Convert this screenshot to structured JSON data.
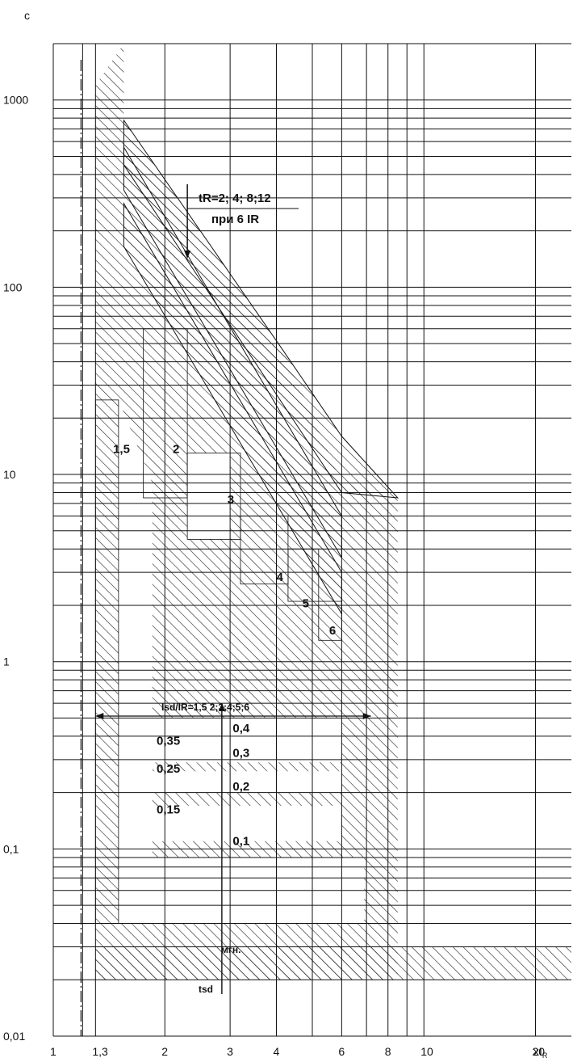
{
  "chart_data": {
    "type": "line",
    "title": "",
    "xlabel": "xI",
    "xlabel_sub": "R",
    "ylabel": "c",
    "x_scale": "log",
    "y_scale": "log",
    "xlim": [
      1,
      25
    ],
    "ylim": [
      0.01,
      2000
    ],
    "grid": true,
    "y_ticks": [
      {
        "value": 0.01,
        "label": "0,01"
      },
      {
        "value": 0.1,
        "label": "0,1"
      },
      {
        "value": 1,
        "label": "1"
      },
      {
        "value": 10,
        "label": "10"
      },
      {
        "value": 100,
        "label": "100"
      },
      {
        "value": 1000,
        "label": "1000"
      }
    ],
    "x_ticks": [
      {
        "value": 1,
        "label": "1"
      },
      {
        "value": 1.3,
        "label": "1,3"
      },
      {
        "value": 2,
        "label": "2"
      },
      {
        "value": 3,
        "label": "3"
      },
      {
        "value": 4,
        "label": "4"
      },
      {
        "value": 6,
        "label": "6"
      },
      {
        "value": 8,
        "label": "8"
      },
      {
        "value": 10,
        "label": "10"
      },
      {
        "value": 20,
        "label": "20"
      }
    ],
    "long_delay_bands": [
      {
        "name": "tR=2",
        "upper": [
          [
            1.55,
            280
          ],
          [
            6,
            3.0
          ]
        ],
        "lower": [
          [
            1.55,
            165
          ],
          [
            6,
            1.8
          ]
        ]
      },
      {
        "name": "tR=4",
        "upper": [
          [
            1.55,
            560
          ],
          [
            6,
            6.0
          ]
        ],
        "lower": [
          [
            1.55,
            330
          ],
          [
            6,
            3.6
          ]
        ]
      },
      {
        "name": "tR=8",
        "upper": [
          [
            1.55,
            780
          ],
          [
            4.2,
            45
          ],
          [
            6,
            16
          ],
          [
            8.5,
            7.5
          ]
        ],
        "lower": [
          [
            1.55,
            450
          ],
          [
            6,
            8.0
          ]
        ]
      }
    ],
    "short_delay_steps": [
      {
        "label": "1,5",
        "time_top": 25,
        "time_bottom": 0.04
      },
      {
        "label": "2",
        "time_top": 60,
        "time_bottom": 7.5
      },
      {
        "label": "3",
        "time_top": 13,
        "time_bottom": 4.5
      },
      {
        "label": "4",
        "time_top": 6,
        "time_bottom": 2.6
      },
      {
        "label": "5",
        "time_top": 4,
        "time_bottom": 2.1
      },
      {
        "label": "6",
        "time_top": 2.1,
        "time_bottom": 1.3
      }
    ],
    "short_delay_times": [
      "0,4",
      "0,3",
      "0,2",
      "0,1",
      "0,35",
      "0,25",
      "0,15"
    ],
    "annotations": {
      "tr_label": "tR=2; 4; 8;12",
      "tr_sub": "при 6 IR",
      "isd_label": "Isd/IR=1,5 2;3;4;5;6",
      "instant_label": "мгн.",
      "tsd_label": "tsd",
      "step_labels": [
        {
          "text": "1,5",
          "x": 1.45,
          "y": 13
        },
        {
          "text": "2",
          "x": 2.1,
          "y": 13
        },
        {
          "text": "3",
          "x": 2.95,
          "y": 7.0
        },
        {
          "text": "4",
          "x": 4.0,
          "y": 2.7
        },
        {
          "text": "5",
          "x": 4.7,
          "y": 1.95
        },
        {
          "text": "6",
          "x": 5.55,
          "y": 1.4
        }
      ],
      "time_labels_right": [
        {
          "text": "0,4",
          "x": 3.05,
          "y": 0.42
        },
        {
          "text": "0,3",
          "x": 3.05,
          "y": 0.31
        },
        {
          "text": "0,2",
          "x": 3.05,
          "y": 0.205
        },
        {
          "text": "0,1",
          "x": 3.05,
          "y": 0.105
        }
      ],
      "time_labels_left": [
        {
          "text": "0,35",
          "x": 1.9,
          "y": 0.36
        },
        {
          "text": "0,25",
          "x": 1.9,
          "y": 0.255
        },
        {
          "text": "0,15",
          "x": 1.9,
          "y": 0.155
        }
      ]
    },
    "colors": {
      "line": "#111111",
      "hatch": "#222222",
      "background": "#ffffff"
    }
  }
}
